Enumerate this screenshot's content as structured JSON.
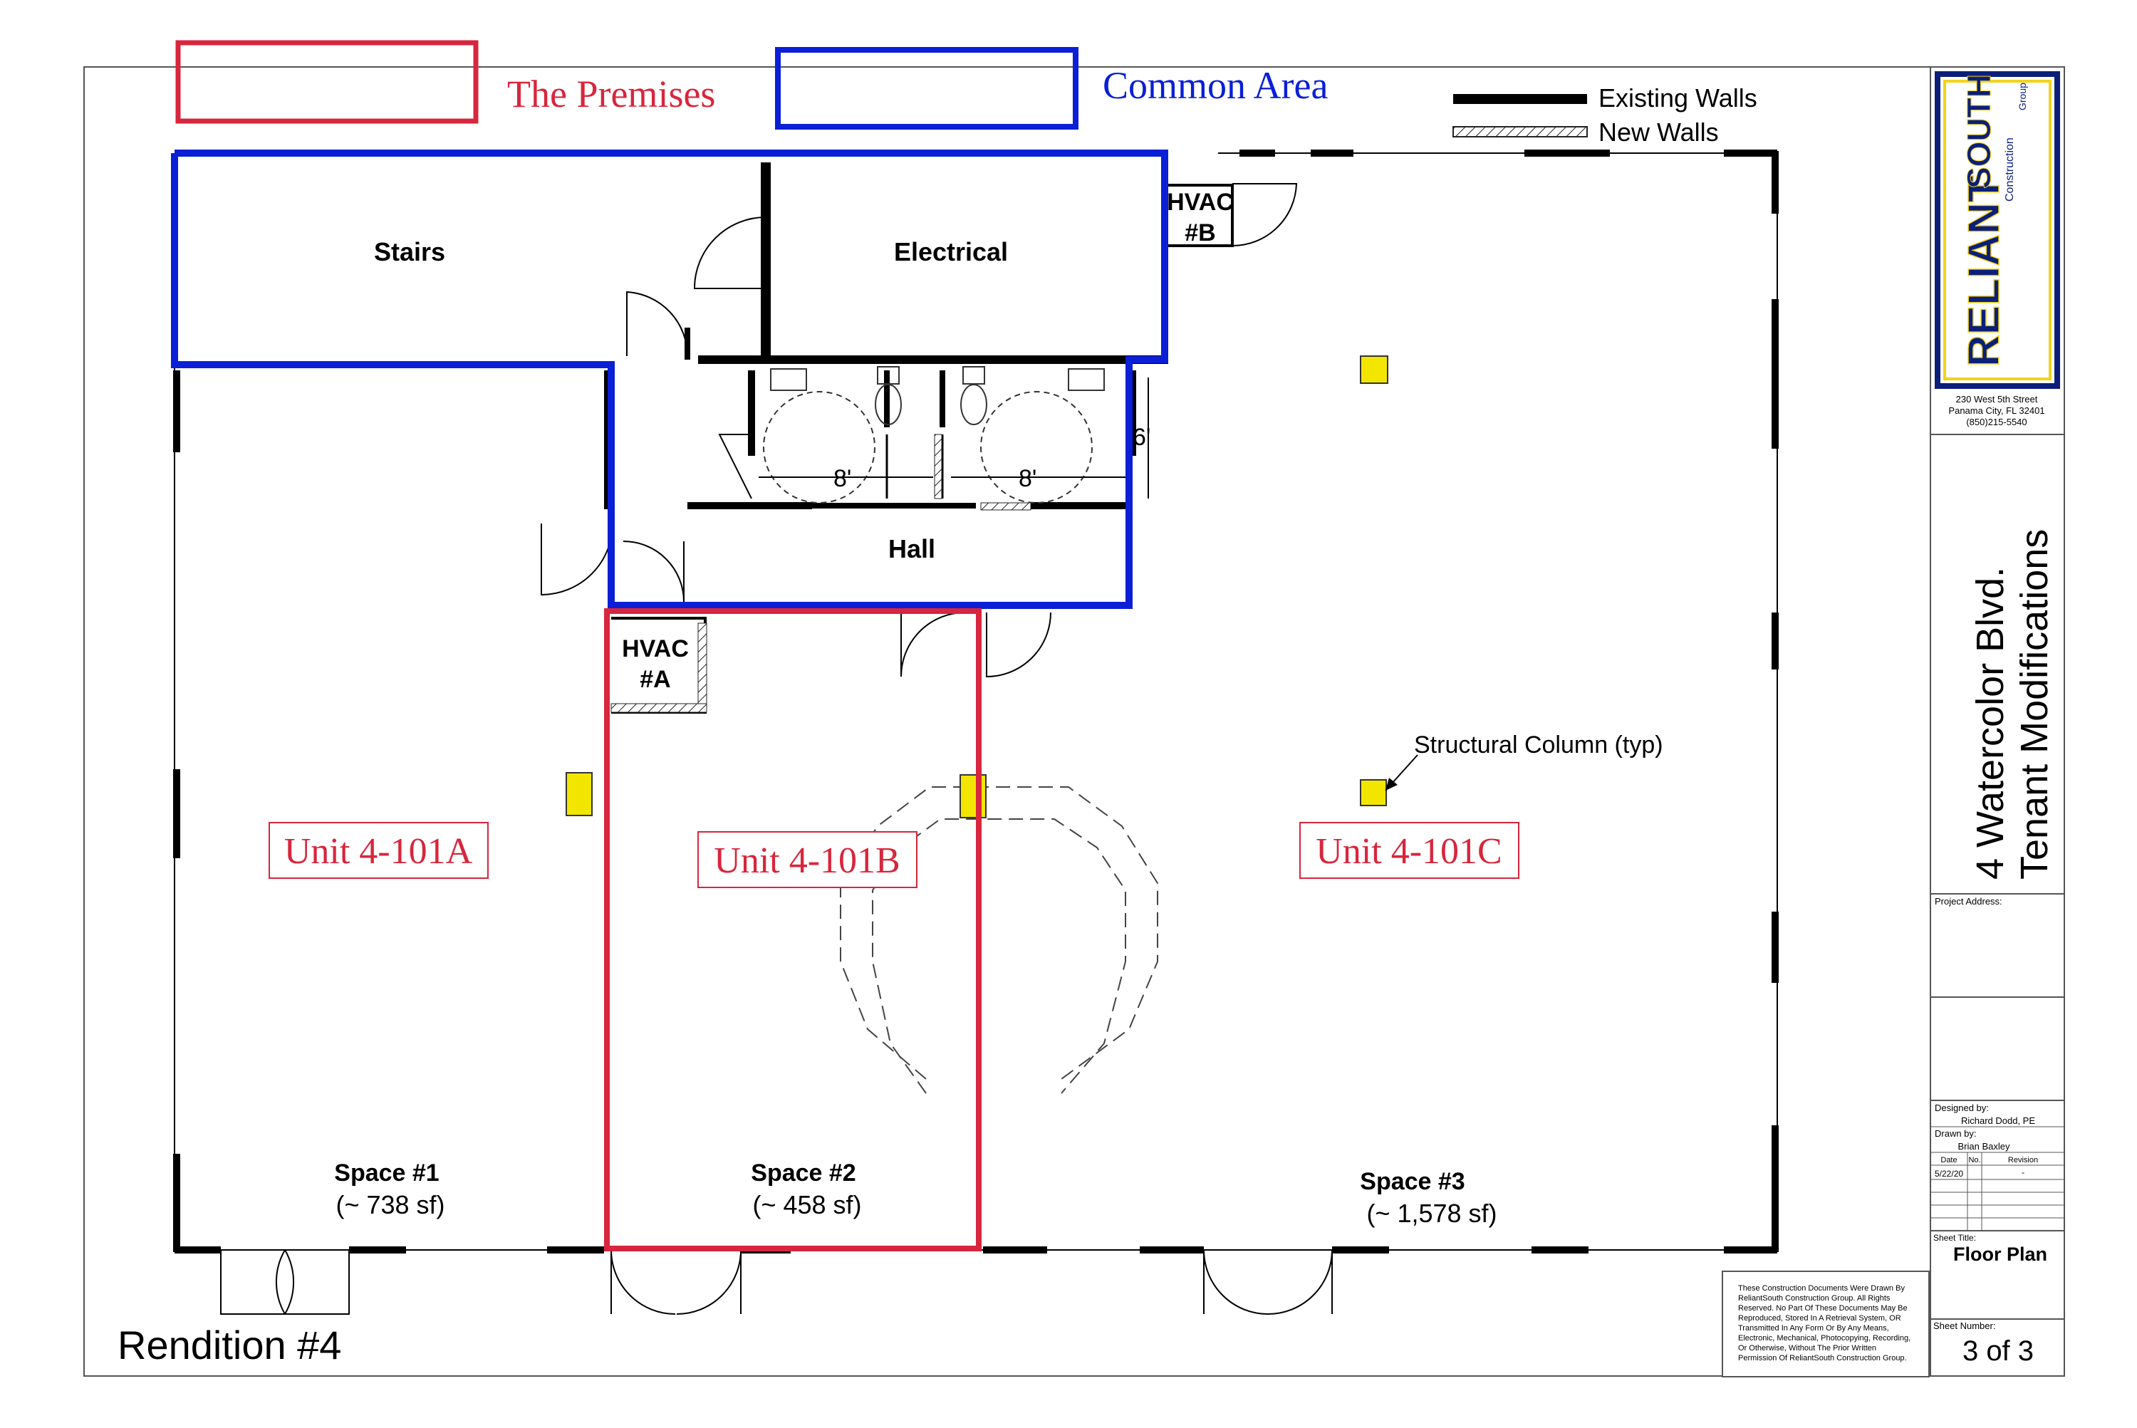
{
  "legend": {
    "premises_label": "The Premises",
    "common_area_label": "Common Area",
    "existing_walls_label": "Existing Walls",
    "new_walls_label": "New Walls",
    "premises_color": "#d7263d",
    "common_area_color": "#0a1fd6"
  },
  "rooms": {
    "stairs": "Stairs",
    "electrical": "Electrical",
    "hvac_b_line1": "HVAC",
    "hvac_b_line2": "#B",
    "hvac_a_line1": "HVAC",
    "hvac_a_line2": "#A",
    "hall": "Hall",
    "dim_8_left": "8'",
    "dim_8_right": "8'",
    "dim_6": "6'"
  },
  "units": {
    "a": "Unit 4-101A",
    "b": "Unit 4-101B",
    "c": "Unit 4-101C"
  },
  "spaces": {
    "s1_name": "Space #1",
    "s1_area": "(~ 738 sf)",
    "s2_name": "Space #2",
    "s2_area": "(~ 458 sf)",
    "s3_name": "Space #3",
    "s3_area": "(~ 1,578 sf)"
  },
  "annotations": {
    "column_callout": "Structural Column (typ)",
    "rendition": "Rendition #4",
    "column_color": "#f2e600"
  },
  "title_block": {
    "logo_line1": "RELIANT",
    "logo_line2": "SOUTH",
    "logo_sub1": "Construction",
    "logo_sub2": "Group",
    "address1": "230 West 5th Street",
    "address2": "Panama City, FL 32401",
    "phone": "(850)215-5540",
    "project_line1": "4 Watercolor Blvd.",
    "project_line2": "Tenant Modifications",
    "project_address_label": "Project Address:",
    "designed_by_label": "Designed by:",
    "designed_by": "Richard Dodd, PE",
    "drawn_by_label": "Drawn by:",
    "drawn_by": "Brian Baxley",
    "col_date": "Date",
    "col_no": "No.",
    "col_revision": "Revision",
    "rev_date": "5/22/20",
    "rev_value": "-",
    "sheet_title_label": "Sheet Title:",
    "sheet_title": "Floor Plan",
    "sheet_number_label": "Sheet Number:",
    "sheet_number": "3 of 3",
    "logo_bg": "#0b1f7a",
    "logo_accent": "#f2d21b"
  },
  "disclaimer": {
    "line1": "These Construction Documents Were Drawn By",
    "line2": "ReliantSouth Construction Group. All Rights",
    "line3": "Reserved. No Part Of These Documents May Be",
    "line4": "Reproduced, Stored In A Retrieval System, OR",
    "line5": "Transmitted In Any Form Or By Any Means,",
    "line6": "Electronic, Mechanical, Photocopying, Recording,",
    "line7": "Or Otherwise, Without The Prior Written",
    "line8": "Permission Of ReliantSouth Construction Group."
  }
}
